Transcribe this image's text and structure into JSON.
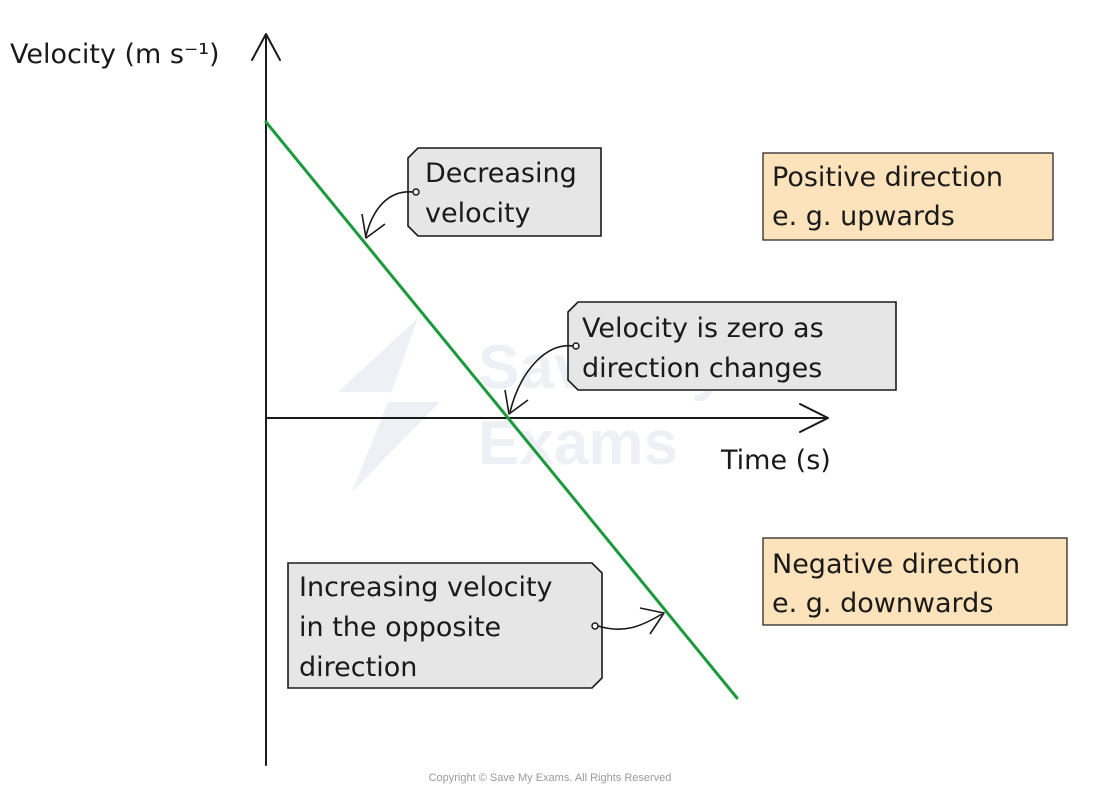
{
  "axes": {
    "y_label": "Velocity (m s⁻¹)",
    "x_label": "Time (s)"
  },
  "annotations": {
    "decreasing_line1": "Decreasing",
    "decreasing_line2": "velocity",
    "zero_line1": "Velocity is zero as",
    "zero_line2": "direction changes",
    "increasing_line1": "Increasing velocity",
    "increasing_line2": "in the opposite",
    "increasing_line3": "direction"
  },
  "regions": {
    "positive_line1": "Positive direction",
    "positive_line2": "e. g. upwards",
    "negative_line1": "Negative direction",
    "negative_line2": "e. g. downwards"
  },
  "watermark": {
    "line1": "Save My",
    "line2": "Exams"
  },
  "footer": {
    "copyright": "Copyright © Save My Exams. All Rights Reserved"
  },
  "colors": {
    "graph_line": "#1a9a3c",
    "annotation_fill": "#e6e6e6",
    "region_fill": "#fde3bb",
    "stroke": "#1a1a1a"
  }
}
